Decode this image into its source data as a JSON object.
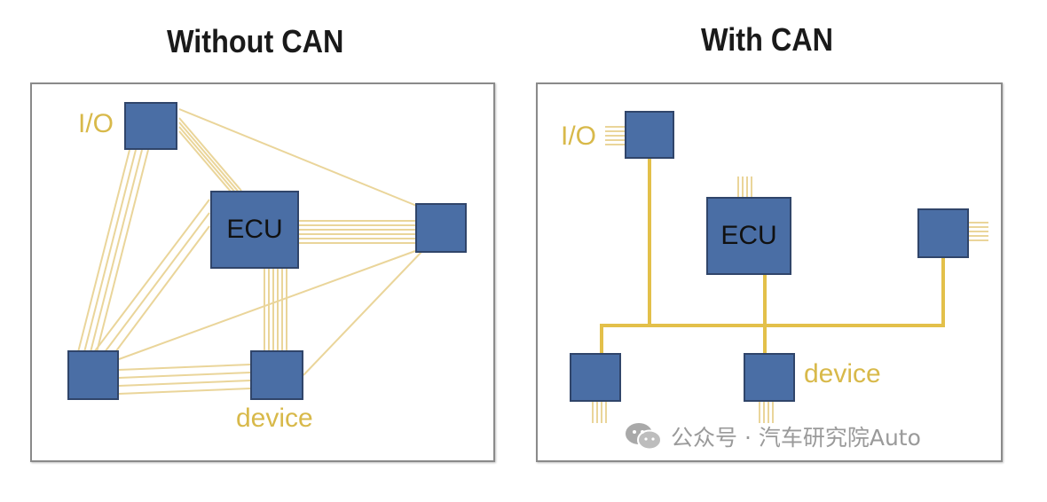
{
  "left_panel": {
    "title": "Without CAN",
    "io_label": "I/O",
    "ecu_label": "ECU",
    "device_label": "device"
  },
  "right_panel": {
    "title": "With CAN",
    "io_label": "I/O",
    "ecu_label": "ECU",
    "device_label": "device"
  },
  "watermark": {
    "text": "公众号 · 汽车研究院Auto",
    "icon": "wechat-icon"
  },
  "colors": {
    "node": "#4a6ea5",
    "wire": "#ead59a",
    "bus": "#e3c04a",
    "label": "#d8b94a"
  }
}
